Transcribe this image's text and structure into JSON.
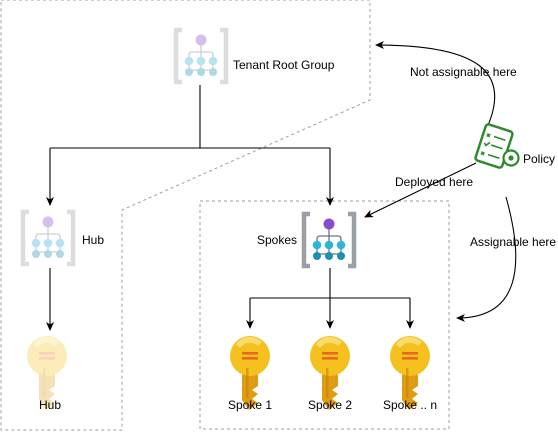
{
  "nodes": {
    "tenant_root_group": {
      "label": "Tenant Root Group",
      "icon": "management-group-icon",
      "faded": true
    },
    "hub_group": {
      "label": "Hub",
      "icon": "management-group-icon",
      "faded": true
    },
    "spokes_group": {
      "label": "Spokes",
      "icon": "management-group-icon",
      "faded": false
    },
    "hub_subscription": {
      "label": "Hub",
      "icon": "subscription-key-icon",
      "faded": true
    },
    "spoke_1": {
      "label": "Spoke 1",
      "icon": "subscription-key-icon",
      "faded": false
    },
    "spoke_2": {
      "label": "Spoke 2",
      "icon": "subscription-key-icon",
      "faded": false
    },
    "spoke_n": {
      "label": "Spoke .. n",
      "icon": "subscription-key-icon",
      "faded": false
    },
    "policy": {
      "label": "Policy",
      "icon": "policy-icon"
    }
  },
  "edges": {
    "not_assignable": {
      "label": "Not assignable here"
    },
    "deployed": {
      "label": "Deployed here"
    },
    "assignable": {
      "label": "Assignable here"
    }
  },
  "colors": {
    "key_gold": "#f2c21b",
    "key_gold_faded": "#fbe9b0",
    "policy_green": "#2f8a2f",
    "mgmt_purple": "#8a4dcc",
    "mgmt_blue": "#32b3dd"
  }
}
